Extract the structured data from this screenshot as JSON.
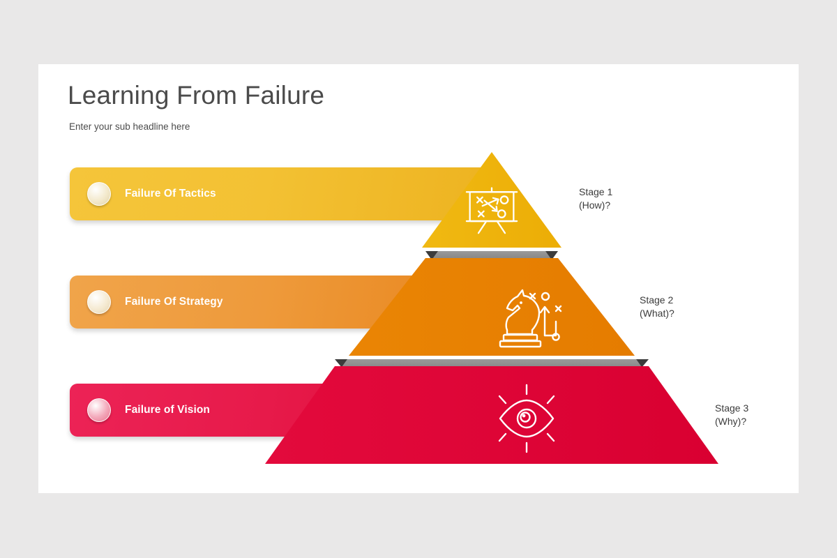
{
  "slide": {
    "title": "Learning From Failure",
    "subtitle": "Enter your sub headline here",
    "background_color": "#e9e8e8",
    "card_color": "#ffffff"
  },
  "bars": [
    {
      "label": "Failure Of Tactics",
      "color_start": "#f5c53a",
      "color_end": "#edb21f",
      "bullet": "circle-bullet"
    },
    {
      "label": "Failure Of Strategy",
      "color_start": "#f0a44a",
      "color_end": "#e8841a",
      "bullet": "circle-bullet"
    },
    {
      "label": "Failure of Vision",
      "color_start": "#ec2356",
      "color_end": "#dc0a37",
      "bullet": "circle-bullet"
    }
  ],
  "chart_data": {
    "type": "pyramid",
    "title": "Learning From Failure",
    "subtitle": "Enter your sub headline here",
    "orientation": "apex-up",
    "levels": [
      {
        "index": 1,
        "tier": "top",
        "label": "Failure Of Tactics",
        "stage": "Stage 1",
        "question": "(How)?",
        "icon": "strategy-board-icon",
        "color": "#efb40f"
      },
      {
        "index": 2,
        "tier": "middle",
        "label": "Failure Of Strategy",
        "stage": "Stage 2",
        "question": "(What)?",
        "icon": "chess-knight-icon",
        "color": "#e88000"
      },
      {
        "index": 3,
        "tier": "base",
        "label": "Failure of Vision",
        "stage": "Stage 3",
        "question": "(Why)?",
        "icon": "eye-vision-icon",
        "color": "#df0535"
      }
    ],
    "separator_colors": {
      "face": "#808080",
      "wing": "#3c3c3c"
    }
  },
  "stages": [
    {
      "name": "Stage 1",
      "question": "(How)?",
      "text": "Stage 1\n(How)?"
    },
    {
      "name": "Stage 2",
      "question": "(What)?",
      "text": "Stage 2\n(What)?"
    },
    {
      "name": "Stage 3",
      "question": "(Why)?",
      "text": "Stage 3\n(Why)?"
    }
  ]
}
